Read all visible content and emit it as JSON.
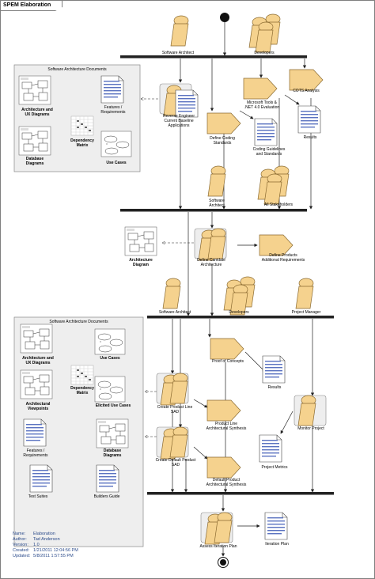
{
  "diagram": {
    "tab_title": "SPEM Elaboration"
  },
  "roles": {
    "software_architect_1": "Software Architect",
    "developers_1": "Developers",
    "software_architect_2": "Software\nArchitect",
    "all_stakeholders": "All Stakeholders",
    "software_architect_3": "Software Architect",
    "developers_2": "Developers",
    "project_manager": "Project Manager"
  },
  "activities": {
    "cots_analysis": "COTS Analysis",
    "ms_tools": "Microsoft Tools &\n.NET 4.0 Evaluation",
    "reverse_engineer": "Reverse Engineer\nCurrent Baseline\nApplications",
    "define_coding_standards": "Define Coding\nStandards",
    "define_candidate_arch": "Define Canidate\nArchitecture",
    "define_products": "Define Products\nAdditional Requirements",
    "proof_of_concepts": "Proof of Concepts",
    "create_product_line_sad": "Create Product Line\nSAD",
    "product_line_synthesis": "Product Line\nArchitectural Synthesis",
    "create_default_product_sad": "Create Default Product\nSAD",
    "default_product_synthesis": "Default Product\nArchitectural Synthesis",
    "monitor_project": "Monitor Project",
    "assess_iteration_plan": "Assess Iteration Plan"
  },
  "work_products": {
    "results_1": "Results",
    "coding_guidelines": "Coding Guidelines\nand Standards",
    "architecture_diagram": "Architecture\nDiagram",
    "results_2": "Results",
    "project_metrics": "Project Metrics",
    "iteration_plan": "Iteration Plan"
  },
  "package_1": {
    "title": "Software Architecture Documents",
    "arch_ux": "Architecture and\nUX Diagrams",
    "features": "Features /\nRequirements",
    "dependency_matrix": "Dependency\nMatrix",
    "database_diagrams": "Database\nDiagrams",
    "use_cases": "Use Cases"
  },
  "package_2": {
    "title": "Software Architecture Documents",
    "arch_ux": "Architecture and\nUX Diagrams",
    "use_cases": "Use Cases",
    "dependency_matrix": "Dependency\nMatrix",
    "architectural_viewpoints": "Architectural\nViewpoints",
    "elicited_use_cases": "Elicited Use Cases",
    "features": "Features /\nRequirements",
    "database_diagrams": "Database\nDiagrams",
    "test_suites": "Test Suites",
    "builders_guide": "Builders Guide"
  },
  "metadata": {
    "name_key": "Name:",
    "name": "Elaboration",
    "author_key": "Author:",
    "author": "Tad Anderson",
    "version_key": "Version:",
    "version": "1.0",
    "created_key": "Created:",
    "created": "1/21/2011 12:04:56 PM",
    "updated_key": "Updated:",
    "updated": "5/8/2011 1:57:55 PM"
  },
  "colors": {
    "element_fill": "#f5d28e",
    "element_fill_dark": "#e5b566",
    "element_stroke": "#8a6a30",
    "document_fill": "#c8d2ee",
    "package_fill": "#eeeeee",
    "bar": "#222222",
    "text_link": "#2a4a8a"
  }
}
